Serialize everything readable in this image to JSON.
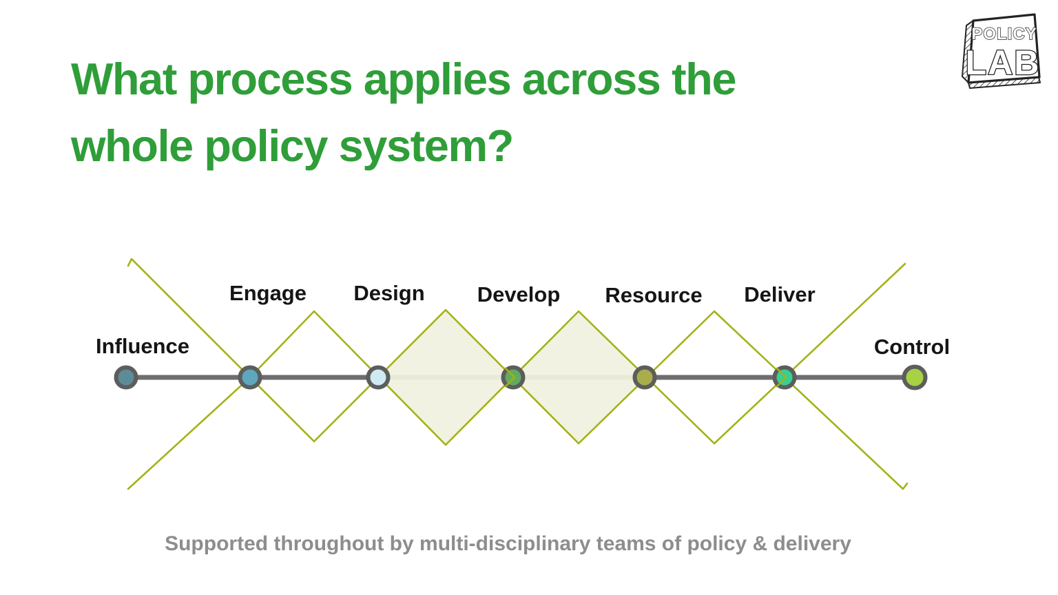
{
  "slide": {
    "title_lines": [
      "What process applies across the",
      "whole policy system?"
    ],
    "title_color": "#2f9e39",
    "caption": "Supported throughout by multi-disciplinary teams of policy & delivery",
    "caption_color": "#8d8d8d"
  },
  "logo": {
    "line1": "POLICY",
    "line2": "LAB"
  },
  "diagram": {
    "line_color": "#6e6e6e",
    "ring_color": "#5d5d5d",
    "zigzag_color": "#a4b216",
    "diamond_fill": "rgba(240,241,224,0.94)",
    "label_color": "#151515",
    "nodes": [
      {
        "label": "Influence",
        "color": "#5c8c98"
      },
      {
        "label": "Engage",
        "color": "#5ea8bd"
      },
      {
        "label": "Design",
        "color": "#cfeaf0"
      },
      {
        "label": "Develop",
        "color": "#61ab60"
      },
      {
        "label": "Resource",
        "color": "#a9ae4b"
      },
      {
        "label": "Deliver",
        "color": "#37cf92"
      },
      {
        "label": "Control",
        "color": "#a7d245"
      }
    ]
  }
}
